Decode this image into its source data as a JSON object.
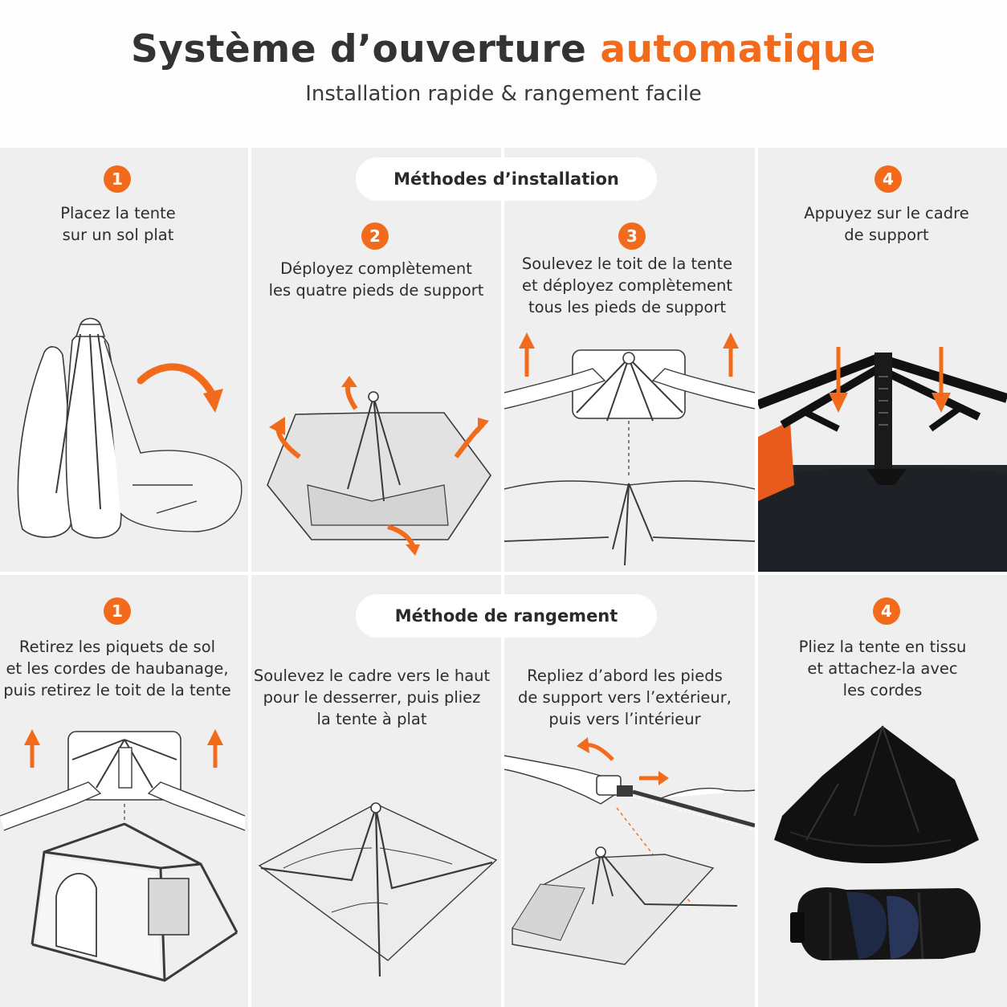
{
  "header": {
    "title_main": "Système d’ouverture",
    "title_accent": "automatique",
    "subtitle": "Installation rapide & rangement facile"
  },
  "installation": {
    "section_label": "Méthodes d’installation",
    "steps": [
      {
        "number": "1",
        "text": "Placez la tente\nsur un sol plat"
      },
      {
        "number": "2",
        "text": "Déployez complètement\nles quatre pieds de support"
      },
      {
        "number": "3",
        "text": "Soulevez le toit de la tente\net déployez complètement\ntous les pieds de support"
      },
      {
        "number": "4",
        "text": "Appuyez sur le cadre\nde support"
      }
    ]
  },
  "storage": {
    "section_label": "Méthode de rangement",
    "steps": [
      {
        "number": "1",
        "text": "Retirez les piquets de sol\net les cordes de haubanage,\npuis retirez le toit de la tente"
      },
      {
        "number": "",
        "text": "Soulevez le cadre vers le haut\npour le desserrer, puis pliez\nla tente à plat"
      },
      {
        "number": "",
        "text": "Repliez d’abord les pieds\nde support vers l’extérieur,\npuis vers l’intérieur"
      },
      {
        "number": "4",
        "text": "Pliez la tente en tissu\net attachez-la avec\nles cordes"
      }
    ]
  },
  "colors": {
    "accent": "#f26b1d",
    "panel_background": "#efefef",
    "line_art": "#3a3a3a"
  }
}
